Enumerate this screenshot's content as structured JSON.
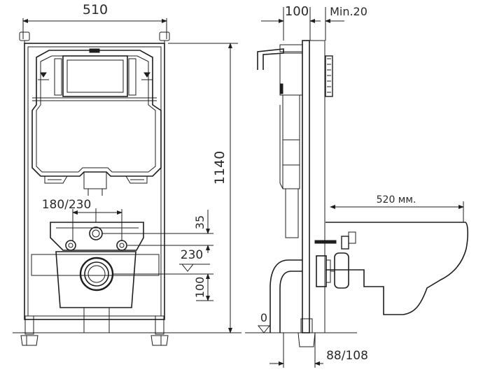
{
  "dimensions": {
    "frame_width": "510",
    "frame_height": "1140",
    "flush_spacing": "180/230",
    "inlet_offset": "35",
    "outlet_height": "230",
    "outlet_spacing": "100",
    "floor_level": "0",
    "frame_depth": "100",
    "min_clearance": "Min.20",
    "bowl_projection": "520 мм.",
    "wall_depth": "88/108"
  },
  "icons": [
    "level-triangle-icon",
    "floor-level-triangle-icon",
    "arrowhead-icon"
  ]
}
